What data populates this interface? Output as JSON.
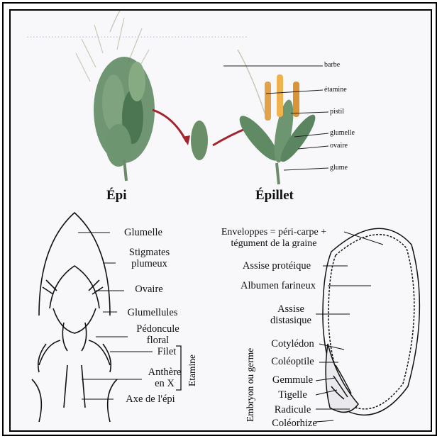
{
  "top": {
    "epi_label": "Épi",
    "epillet_label": "Épillet",
    "epillet_parts": {
      "barbe": "barbe",
      "etamine": "étamine",
      "pistil": "pistil",
      "glumelle": "glumelle",
      "ovaire": "ovaire",
      "glume": "glume"
    }
  },
  "flower": {
    "labels": [
      "Glumelle",
      "Stigmates plumeux",
      "Ovaire",
      "Glumellules",
      "Pédoncule floral",
      "Filet",
      "Anthère en X",
      "Axe de l'épi"
    ],
    "bracket_label": "Etamine"
  },
  "grain": {
    "top_labels": [
      "Enveloppes = péri-carpe + tégument de la graine",
      "Assise protéique",
      "Albumen farineux",
      "Assise distasique"
    ],
    "embryo_title": "Embryon ou germe",
    "embryo_labels": [
      "Cotylédon",
      "Coléoptile",
      "Gemmule",
      "Tigelle",
      "Radicule",
      "Coléorhize"
    ]
  },
  "colors": {
    "spike_green": "#5f8a63",
    "arrow_red": "#a3242d",
    "stamen_orange": "#e3a24a",
    "frame": "#000000"
  }
}
